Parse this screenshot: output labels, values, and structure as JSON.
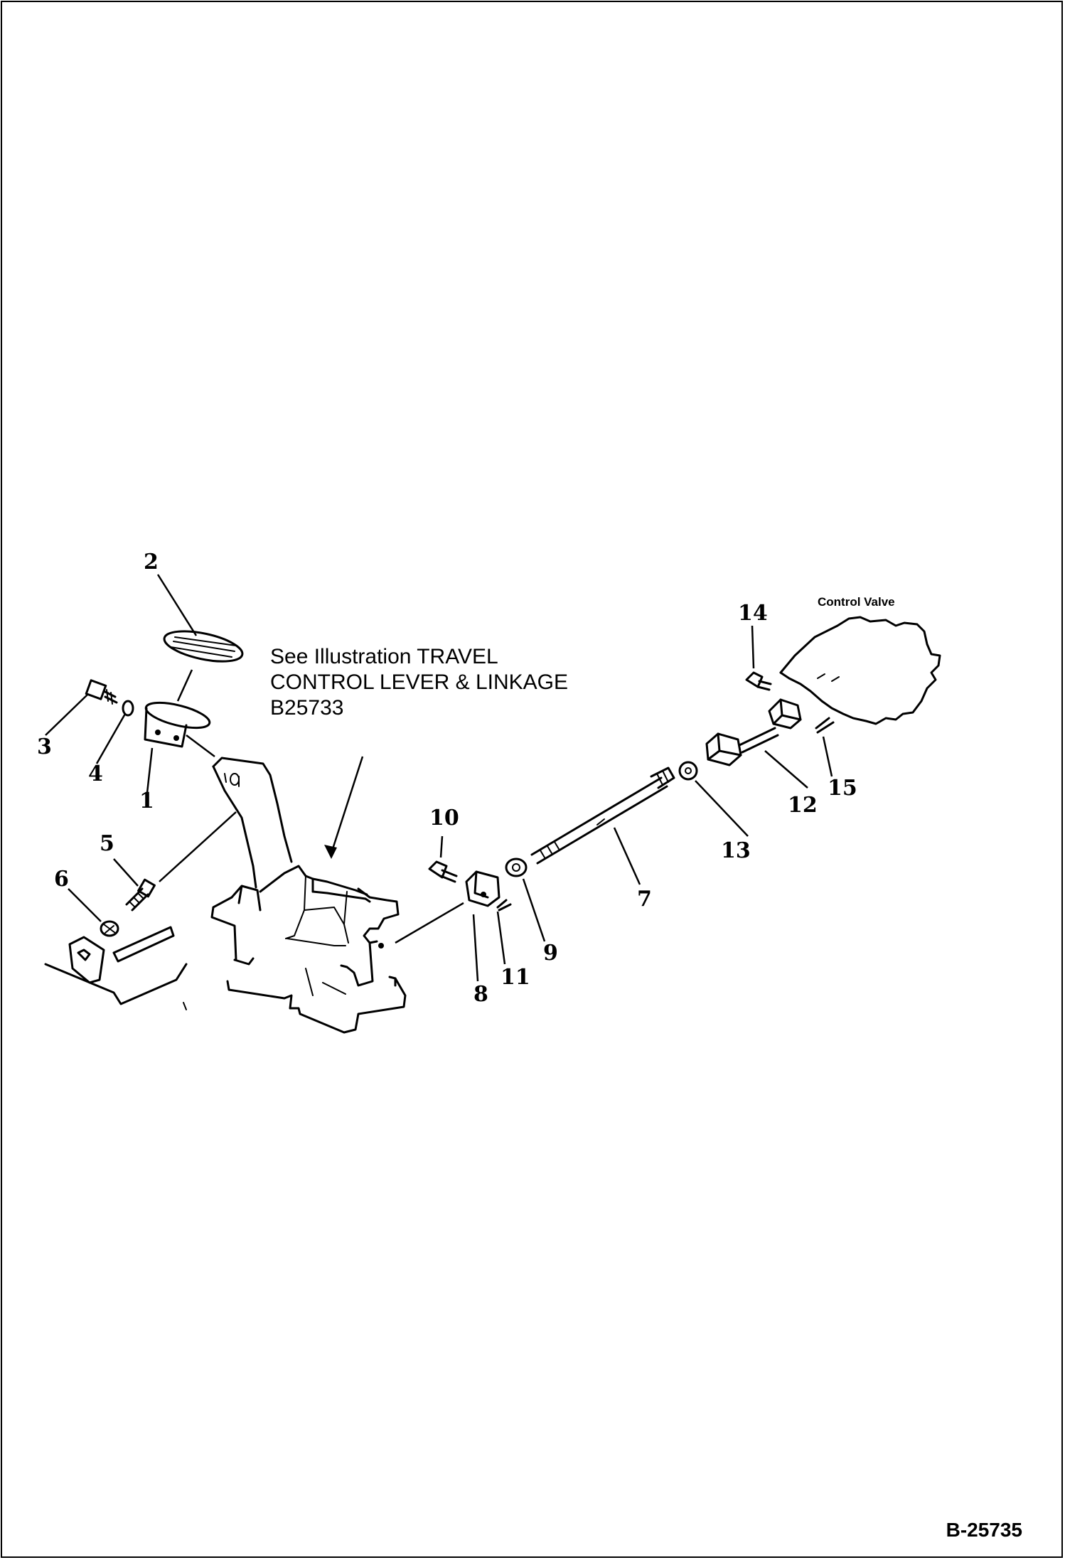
{
  "note": {
    "line1": "See Illustration TRAVEL",
    "line2": "CONTROL LEVER & LINKAGE",
    "line3": "B25733"
  },
  "control_valve_label": "Control Valve",
  "document_number": "B-25735",
  "part_labels": {
    "p1": "1",
    "p2": "2",
    "p3": "3",
    "p4": "4",
    "p5": "5",
    "p6": "6",
    "p7": "7",
    "p8": "8",
    "p9": "9",
    "p10": "10",
    "p11": "11",
    "p12": "12",
    "p13": "13",
    "p14": "14",
    "p15": "15"
  }
}
